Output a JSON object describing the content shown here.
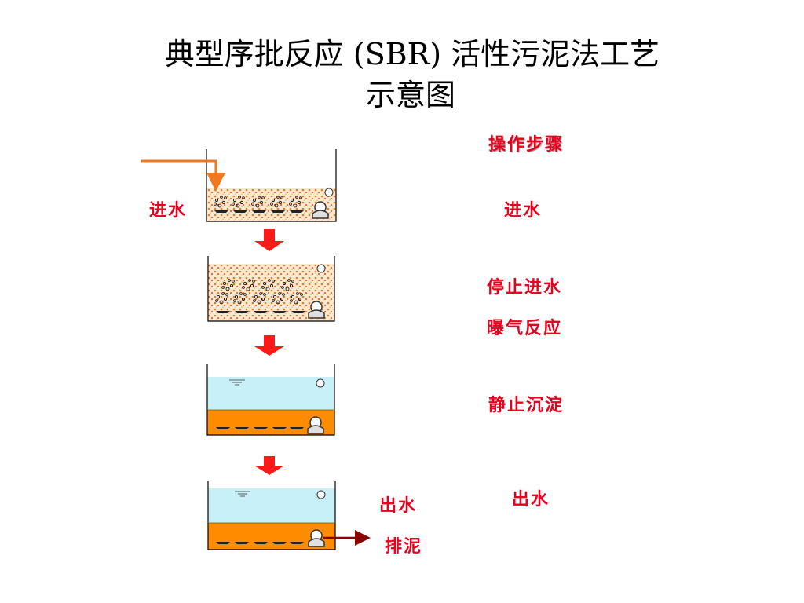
{
  "title": {
    "line1": "典型序批反应 (SBR) 活性污泥法工艺",
    "line2": "示意图"
  },
  "steps_heading": "操作步骤",
  "steps": {
    "fill": "进水",
    "stop_fill": "停止进水",
    "aeration": "曝气反应",
    "settle": "静止沉淀",
    "draw": "出水"
  },
  "side_labels": {
    "influent": "进水",
    "effluent": "出水",
    "sludge": "排泥"
  },
  "colors": {
    "text_accent": "#e8001c",
    "sludge": "#ff8c00",
    "clear_water": "#c8f0f8",
    "influent_pipe": "#f07820",
    "sludge_arrow": "#8b0000",
    "down_arrow": "#ff1a1a"
  }
}
